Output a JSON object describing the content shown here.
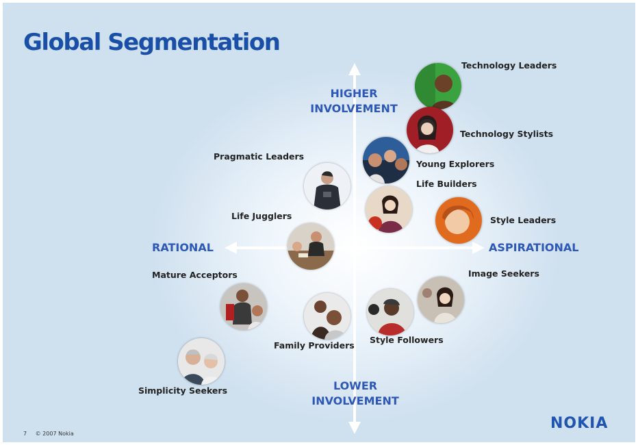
{
  "title": "Global Segmentation",
  "axes": {
    "top": [
      "HIGHER",
      "INVOLVEMENT"
    ],
    "bottom": [
      "LOWER",
      "INVOLVEMENT"
    ],
    "left": "RATIONAL",
    "right": "ASPIRATIONAL"
  },
  "segments": [
    {
      "label": "Technology Leaders"
    },
    {
      "label": "Technology Stylists"
    },
    {
      "label": "Young Explorers"
    },
    {
      "label": "Life Builders"
    },
    {
      "label": "Style Leaders"
    },
    {
      "label": "Pragmatic Leaders"
    },
    {
      "label": "Life Jugglers"
    },
    {
      "label": "Mature Acceptors"
    },
    {
      "label": "Image Seekers"
    },
    {
      "label": "Family Providers"
    },
    {
      "label": "Style Followers"
    },
    {
      "label": "Simplicity Seekers"
    }
  ],
  "footer": {
    "page": "7",
    "copyright": "© 2007 Nokia"
  },
  "logo": "NOKIA",
  "colors": {
    "heading": "#1a4fa8",
    "axis_text": "#2d58b8",
    "background": "#cfe0ef",
    "arrow": "#ffffff"
  }
}
